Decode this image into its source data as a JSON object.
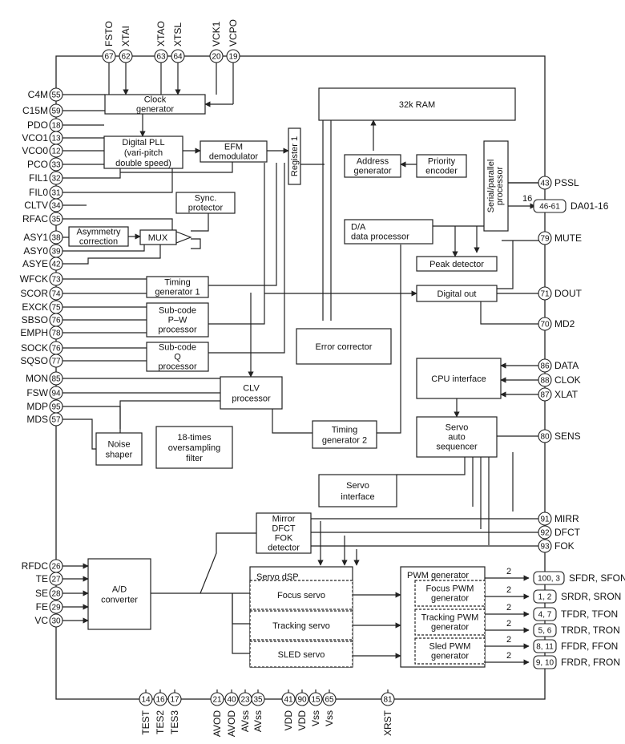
{
  "left_pins": [
    {
      "label": "C4M",
      "num": "55"
    },
    {
      "label": "C15M",
      "num": "59"
    },
    {
      "label": "PDO",
      "num": "18"
    },
    {
      "label": "VCO1",
      "num": "13"
    },
    {
      "label": "VCO0",
      "num": "12"
    },
    {
      "label": "PCO",
      "num": "33"
    },
    {
      "label": "FIL1",
      "num": "32"
    },
    {
      "label": "FIL0",
      "num": "31"
    },
    {
      "label": "CLTV",
      "num": "34"
    },
    {
      "label": "RFAC",
      "num": "35"
    },
    {
      "label": "ASY1",
      "num": "38"
    },
    {
      "label": "ASY0",
      "num": "39"
    },
    {
      "label": "ASYE",
      "num": "42"
    },
    {
      "label": "WFCK",
      "num": "73"
    },
    {
      "label": "SCOR",
      "num": "74"
    },
    {
      "label": "EXCK",
      "num": "75"
    },
    {
      "label": "SBSO",
      "num": "76"
    },
    {
      "label": "EMPH",
      "num": "78"
    },
    {
      "label": "SOCK",
      "num": "76"
    },
    {
      "label": "SQSO",
      "num": "77"
    },
    {
      "label": "MON",
      "num": "85"
    },
    {
      "label": "FSW",
      "num": "94"
    },
    {
      "label": "MDP",
      "num": "95"
    },
    {
      "label": "MDS",
      "num": "57"
    },
    {
      "label": "RFDC",
      "num": "26"
    },
    {
      "label": "TE",
      "num": "27"
    },
    {
      "label": "SE",
      "num": "28"
    },
    {
      "label": "FE",
      "num": "29"
    },
    {
      "label": "VC",
      "num": "30"
    }
  ],
  "top_pins": [
    {
      "label": "FSTO",
      "num": "67"
    },
    {
      "label": "XTAI",
      "num": "62"
    },
    {
      "label": "XTAO",
      "num": "63"
    },
    {
      "label": "XTSL",
      "num": "64"
    },
    {
      "label": "VCK1",
      "num": "20"
    },
    {
      "label": "VCPO",
      "num": "19"
    }
  ],
  "bottom_pins": [
    {
      "label": "TEST",
      "num": "14"
    },
    {
      "label": "TES2",
      "num": "16"
    },
    {
      "label": "TES3",
      "num": "17"
    },
    {
      "label": "AVOD",
      "num": "21"
    },
    {
      "label": "AVOD",
      "num": "40"
    },
    {
      "label": "AVss",
      "num": "23"
    },
    {
      "label": "AVss",
      "num": "35"
    },
    {
      "label": "VDD",
      "num": "41"
    },
    {
      "label": "VDD",
      "num": "90"
    },
    {
      "label": "Vss",
      "num": "15"
    },
    {
      "label": "Vss",
      "num": "65"
    },
    {
      "label": "XRST",
      "num": "81"
    }
  ],
  "right_pins": [
    {
      "label": "PSSL",
      "num": "43"
    },
    {
      "label": "DA01-16",
      "num": "46-61"
    },
    {
      "label": "MUTE",
      "num": "79"
    },
    {
      "label": "DOUT",
      "num": "71"
    },
    {
      "label": "MD2",
      "num": "70"
    },
    {
      "label": "DATA",
      "num": "86"
    },
    {
      "label": "CLOK",
      "num": "88"
    },
    {
      "label": "XLAT",
      "num": "87"
    },
    {
      "label": "SENS",
      "num": "80"
    },
    {
      "label": "MIRR",
      "num": "91"
    },
    {
      "label": "DFCT",
      "num": "92"
    },
    {
      "label": "FOK",
      "num": "93"
    },
    {
      "label": "SFDR, SFON",
      "num": "100, 3"
    },
    {
      "label": "SRDR, SRON",
      "num": "1, 2"
    },
    {
      "label": "TFDR, TFON",
      "num": "4, 7"
    },
    {
      "label": "TRDR, TRON",
      "num": "5, 6"
    },
    {
      "label": "FFDR, FFON",
      "num": "8, 11"
    },
    {
      "label": "FRDR, FRON",
      "num": "9, 10"
    }
  ],
  "blocks": {
    "clock_gen": [
      "Clock",
      "generator"
    ],
    "ram": [
      "32k RAM"
    ],
    "pll": [
      "Digital PLL",
      "(vari-pitch",
      "double speed)"
    ],
    "efm": [
      "EFM",
      "demodulator"
    ],
    "register": [
      "Register 1"
    ],
    "addr_gen": [
      "Address",
      "generator"
    ],
    "priority": [
      "Priority",
      "encoder"
    ],
    "sp_proc": [
      "Serial/parallel",
      "processor"
    ],
    "sync": [
      "Sync.",
      "protector"
    ],
    "asym": [
      "Asymmetry",
      "correction"
    ],
    "mux": [
      "MUX"
    ],
    "da": [
      "D/A",
      "data processor"
    ],
    "peak": [
      "Peak detector"
    ],
    "timing1": [
      "Timing",
      "generator 1"
    ],
    "digital_out": [
      "Digital out"
    ],
    "subcode_pw": [
      "Sub-code",
      "P–W",
      "processor"
    ],
    "subcode_q": [
      "Sub-code",
      "Q",
      "processor"
    ],
    "error": [
      "Error corrector"
    ],
    "cpu": [
      "CPU interface"
    ],
    "clv": [
      "CLV",
      "processor"
    ],
    "noise": [
      "Noise",
      "shaper"
    ],
    "oversampling": [
      "18-times",
      "oversampling",
      "filter"
    ],
    "timing2": [
      "Timing",
      "generator 2"
    ],
    "servo_seq": [
      "Servo",
      "auto",
      "sequencer"
    ],
    "servo_if": [
      "Servo",
      "interface"
    ],
    "mirror": [
      "Mirror",
      "DFCT",
      "FOK",
      "detector"
    ],
    "ad": [
      "A/D",
      "converter"
    ],
    "servo_dsp": [
      "Servo dSP"
    ],
    "focus": [
      "Focus servo"
    ],
    "tracking": [
      "Tracking servo"
    ],
    "sled": [
      "SLED servo"
    ],
    "pwm_gen": [
      "PWM generator"
    ],
    "focus_pwm": [
      "Focus PWM",
      "generator"
    ],
    "tracking_pwm": [
      "Tracking PWM",
      "generator"
    ],
    "sled_pwm": [
      "Sled PWM",
      "generator"
    ]
  },
  "bus_labels": [
    "16",
    "2",
    "2",
    "2",
    "2",
    "2",
    "2"
  ]
}
